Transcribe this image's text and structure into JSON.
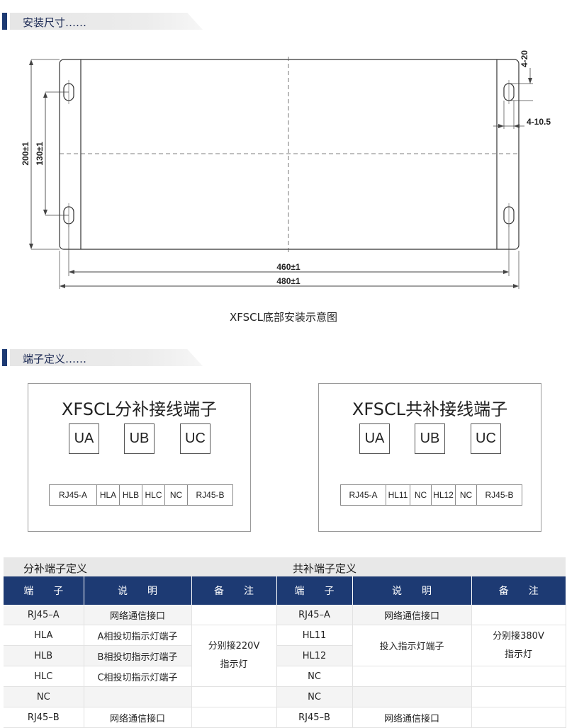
{
  "sections": {
    "install": "安装尺寸……",
    "terminal": "端子定义……"
  },
  "drawing": {
    "caption": "XFSCL底部安装示意图",
    "dims": {
      "height_outer": "200±1",
      "height_inner": "130±1",
      "width_inner": "460±1",
      "width_outer": "480±1",
      "slot": "4-20",
      "hole": "4-10.5"
    }
  },
  "panels": [
    {
      "title": "XFSCL分补接线端子",
      "boxes": [
        "UA",
        "UB",
        "UC"
      ],
      "strip": [
        "RJ45-A",
        "HLA",
        "HLB",
        "HLC",
        "NC",
        "RJ45-B"
      ]
    },
    {
      "title": "XFSCL共补接线端子",
      "boxes": [
        "UA",
        "UB",
        "UC"
      ],
      "strip": [
        "RJ45-A",
        "HL11",
        "NC",
        "HL12",
        "NC",
        "RJ45-B"
      ]
    }
  ],
  "tables": {
    "left_title": "分补端子定义",
    "right_title": "共补端子定义",
    "headers": [
      "端　　子",
      "说　　明",
      "备　　注",
      "端　　子",
      "说　　明",
      "备　　注"
    ],
    "left_rows": [
      [
        "RJ45–A",
        "网络通信接口"
      ],
      [
        "HLA",
        "A相投切指示灯端子"
      ],
      [
        "HLB",
        "B相投切指示灯端子"
      ],
      [
        "HLC",
        "C相投切指示灯端子"
      ],
      [
        "NC",
        ""
      ],
      [
        "RJ45–B",
        "网络通信接口"
      ]
    ],
    "left_note": [
      "分别接220V",
      "指示灯"
    ],
    "right_rows": [
      [
        "RJ45–A",
        "网络通信接口"
      ],
      [
        "HL11",
        "投入指示灯端子"
      ],
      [
        "HL12",
        ""
      ],
      [
        "NC",
        ""
      ],
      [
        "NC",
        ""
      ],
      [
        "RJ45–B",
        "网络通信接口"
      ]
    ],
    "right_note": [
      "分别接380V",
      "指示灯"
    ]
  }
}
